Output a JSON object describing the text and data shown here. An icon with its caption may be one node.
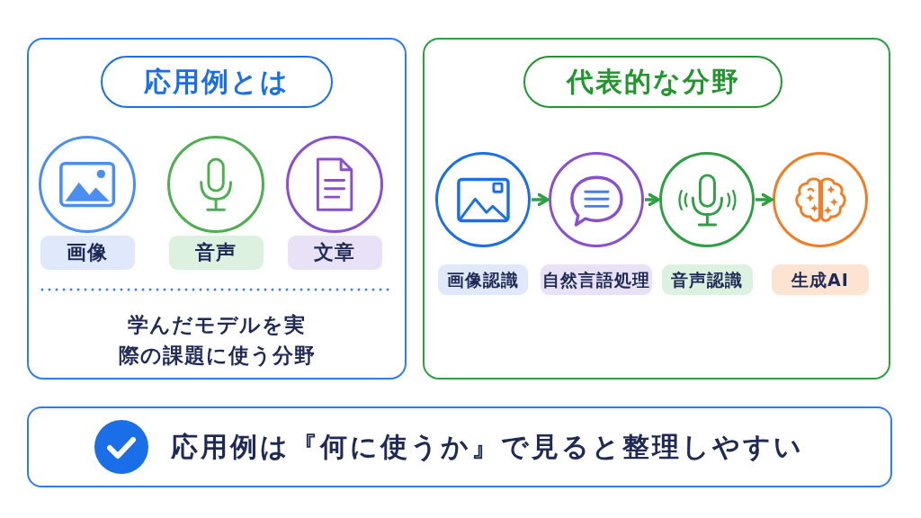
{
  "diagram": {
    "nodes": [
      {
        "text": [
          "学んだモデルを実際の課題に使う分野"
        ]
      },
      {
        "text": [
          "応用例とは"
        ],
        "in": 0
      },
      {
        "text": [],
        "shape": "circle",
        "in": 0,
        "beside": [
          "画像"
        ]
      },
      {
        "text": [],
        "shape": "circle",
        "in": 0,
        "beside": [
          "音声"
        ]
      },
      {
        "text": [],
        "shape": "circle",
        "in": 0,
        "beside": [
          "文章"
        ]
      },
      {
        "text": [],
        "shape": "box"
      },
      {
        "text": [
          "代表的な分野"
        ],
        "in": 5
      },
      {
        "text": [],
        "shape": "circle",
        "in": 5,
        "beside": [
          "画像認識"
        ]
      },
      {
        "text": [],
        "shape": "circle",
        "in": 5,
        "beside": [
          "自然言語処理"
        ]
      },
      {
        "text": [],
        "shape": "circle",
        "in": 5,
        "beside": [
          "音声認識"
        ]
      },
      {
        "text": [],
        "shape": "circle",
        "in": 5,
        "beside": [
          "生成AI"
        ]
      },
      {
        "text": [
          "応用例は『何に使うか』で見ると整理しやすい"
        ]
      }
    ],
    "edges": [
      {
        "from": 7,
        "to": 8,
        "arrow": "to"
      },
      {
        "from": 8,
        "to": 9,
        "arrow": "to"
      },
      {
        "from": 9,
        "to": 10,
        "arrow": "to"
      }
    ]
  }
}
